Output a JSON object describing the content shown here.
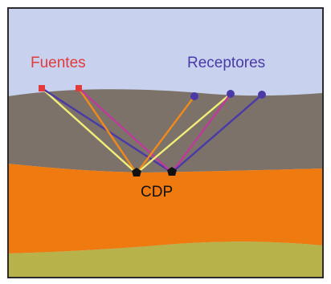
{
  "labels": {
    "sources": "Fuentes",
    "receivers": "Receptores",
    "cdp": "CDP"
  },
  "colors": {
    "sky": "#c8d2ee",
    "layer_brown": "#7c7269",
    "layer_orange": "#ef7a10",
    "layer_olive": "#b7b24a",
    "frame": "#2b2b2b",
    "sources_text": "#e23b3b",
    "receivers_text": "#4a3aa8",
    "source_marker": "#e23b3b",
    "receiver_marker": "#4a3aa8",
    "cdp_marker": "#111111",
    "ray_yellow": "#f2ee78",
    "ray_orange": "#f08a1c",
    "ray_magenta": "#c0399c",
    "ray_indigo": "#4a3aa8"
  },
  "elements": {
    "sources": [
      "source-1",
      "source-2"
    ],
    "receivers": [
      "receiver-1",
      "receiver-2",
      "receiver-3"
    ],
    "cdps": [
      "cdp-1",
      "cdp-2"
    ]
  }
}
